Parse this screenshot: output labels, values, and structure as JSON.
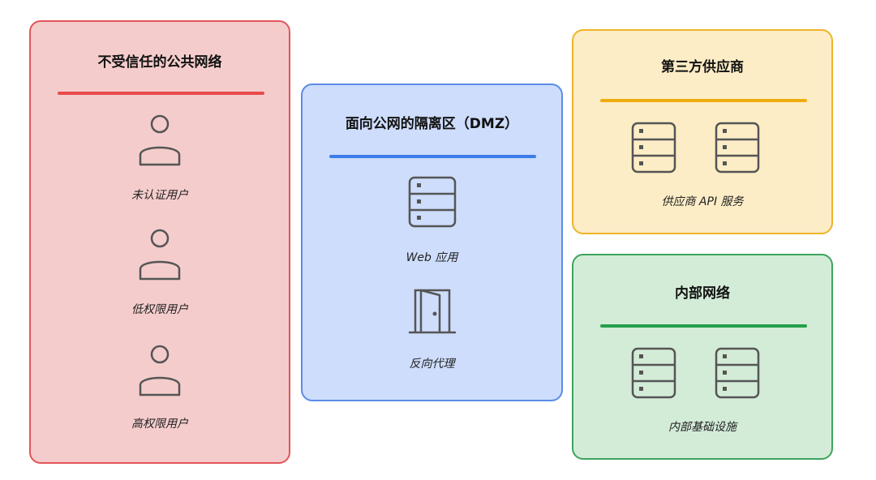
{
  "zones": {
    "untrusted": {
      "title": "不受信任的公共网络",
      "nodes": [
        {
          "label": "未认证用户",
          "icon": "user-icon"
        },
        {
          "label": "低权限用户",
          "icon": "user-icon"
        },
        {
          "label": "高权限用户",
          "icon": "user-icon"
        }
      ]
    },
    "dmz": {
      "title": "面向公网的隔离区（DMZ）",
      "nodes": [
        {
          "label": "Web 应用",
          "icon": "server-icon"
        },
        {
          "label": "反向代理",
          "icon": "door-icon"
        }
      ]
    },
    "vendor": {
      "title": "第三方供应商",
      "caption": "供应商 API 服务",
      "icons": [
        "server-icon",
        "server-icon"
      ]
    },
    "internal": {
      "title": "内部网络",
      "caption": "内部基础设施",
      "icons": [
        "server-icon",
        "server-icon"
      ]
    }
  },
  "colors": {
    "untrusted_fill": "#f5cccc",
    "untrusted_border": "#e2555a",
    "dmz_fill": "#cdddfb",
    "dmz_border": "#5b8ce6",
    "vendor_fill": "#fdedc6",
    "vendor_border": "#f0b429",
    "internal_fill": "#d3ecd8",
    "internal_border": "#3ea45d",
    "icon_stroke": "#555555"
  }
}
